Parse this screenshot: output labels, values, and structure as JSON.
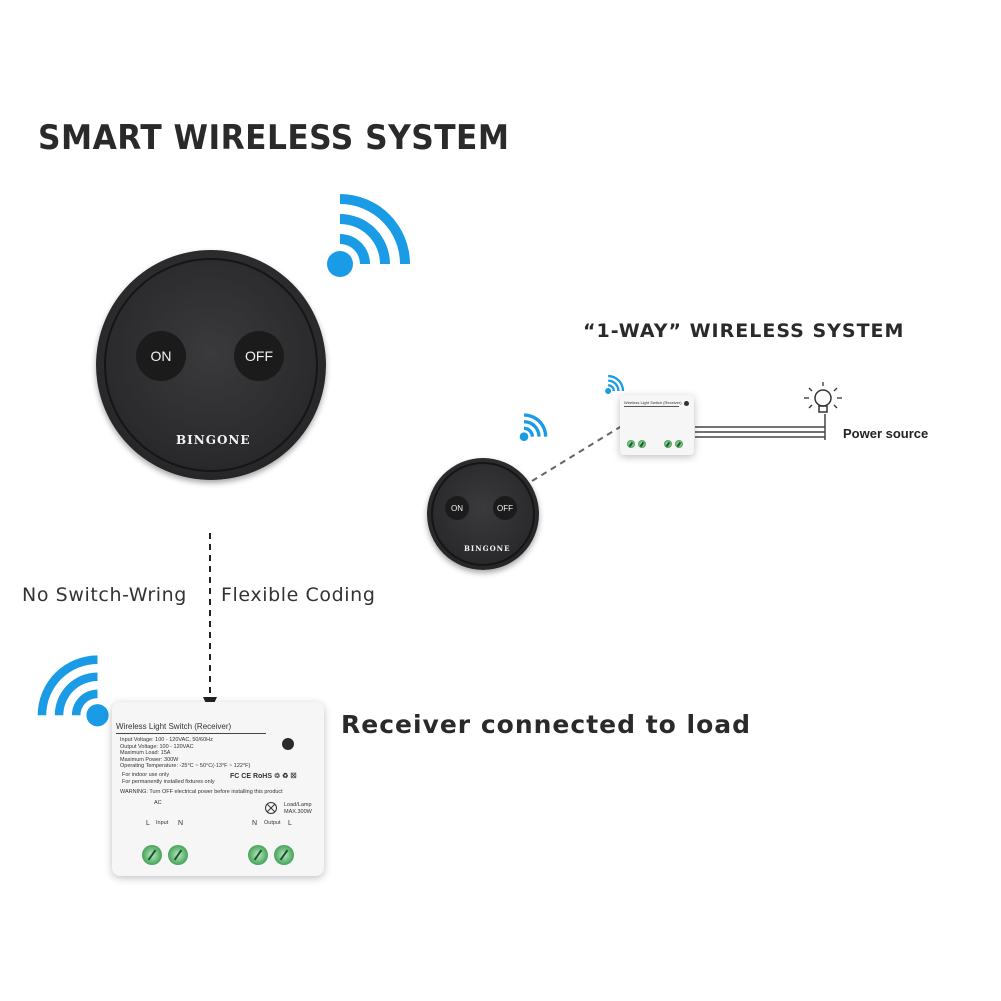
{
  "title": "SMART WIRELESS SYSTEM",
  "subtitle": "“1-WAY” WIRELESS SYSTEM",
  "left_caption": "No Switch-Wring",
  "right_caption": "Flexible Coding",
  "receiver_caption": "Receiver connected to load",
  "power_source_label": "Power source",
  "remote": {
    "on_label": "ON",
    "off_label": "OFF",
    "brand": "BINGONE"
  },
  "receiver": {
    "header": "Wireless Light Switch (Receiver)",
    "specs": [
      "Input Voltage: 100 - 120VAC, 50/60Hz",
      "Output Voltage: 100 - 120VAC",
      "Maximum Load: 15A",
      "Maximum Power: 300W",
      "Operating Temperature: -25°C ~ 50°C(-13°F ~ 122°F)"
    ],
    "notes": [
      "For indoor use only",
      "For permanently installed fixtures only"
    ],
    "warning": "WARNING: Turn OFF electrical power before installing this product",
    "ac_label": "AC",
    "input_label": "Input",
    "output_label": "Output",
    "load_label": "Load/Lamp",
    "max_label": "MAX.300W",
    "terminal_left_l": "L",
    "terminal_left_n": "N",
    "terminal_right_n": "N",
    "terminal_right_l": "L",
    "cert_marks": "FC CE RoHS ♲ ♻ ☒"
  },
  "colors": {
    "wifi": "#1a9be6",
    "remote": "#2b2b2d",
    "terminal": "#5bb46d"
  },
  "icons": [
    "wifi-icon",
    "light-bulb-icon",
    "led-indicator-icon"
  ]
}
